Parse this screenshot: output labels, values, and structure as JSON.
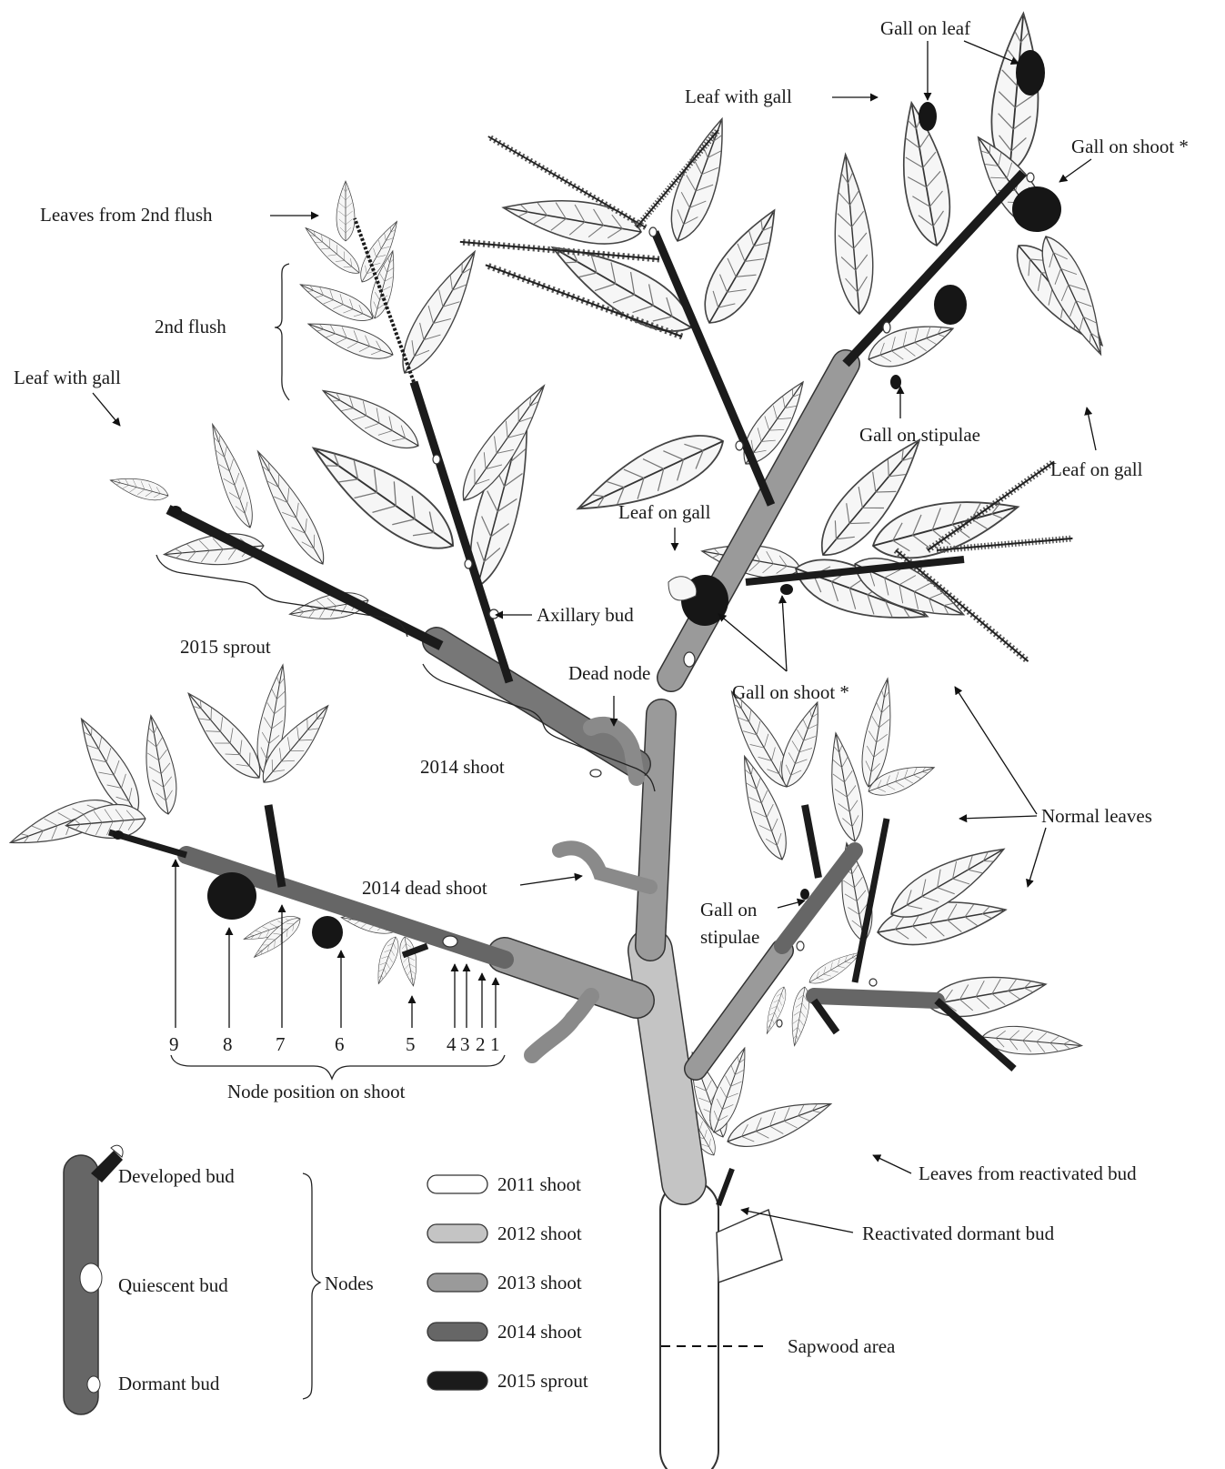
{
  "labels": {
    "gall_on_leaf": "Gall on leaf",
    "leaf_with_gall_top": "Leaf with gall",
    "gall_on_shoot_top": "Gall on shoot *",
    "leaves_2nd_flush": "Leaves from 2nd flush",
    "second_flush": "2nd flush",
    "leaf_with_gall_left": "Leaf with gall",
    "gall_on_stipulae_top": "Gall on stipulae",
    "leaf_on_gall_right": "Leaf on gall",
    "leaf_on_gall_mid": "Leaf on gall",
    "axillary_bud": "Axillary bud",
    "sprout_2015": "2015 sprout",
    "dead_node": "Dead node",
    "gall_on_shoot_mid": "Gall on shoot *",
    "shoot_2014": "2014 shoot",
    "normal_leaves": "Normal leaves",
    "dead_shoot_2014": "2014 dead shoot",
    "gall_on_stipulae_lower_1": "Gall on",
    "gall_on_stipulae_lower_2": "stipulae",
    "node_position": "Node position on shoot",
    "leaves_reactivated": "Leaves from reactivated bud",
    "reactivated_dormant": "Reactivated dormant bud",
    "sapwood": "Sapwood area"
  },
  "node_numbers": [
    "9",
    "8",
    "7",
    "6",
    "5",
    "4",
    "3",
    "2",
    "1"
  ],
  "legend_nodes": {
    "developed": "Developed bud",
    "quiescent": "Quiescent bud",
    "dormant": "Dormant bud",
    "group": "Nodes"
  },
  "legend_years": [
    {
      "label": "2011 shoot",
      "color": "#ffffff"
    },
    {
      "label": "2012 shoot",
      "color": "#c4c4c4"
    },
    {
      "label": "2013 shoot",
      "color": "#9a9a9a"
    },
    {
      "label": "2014 shoot",
      "color": "#666666"
    },
    {
      "label": "2015 sprout",
      "color": "#1b1b1b"
    }
  ],
  "colors": {
    "y2011": "#ffffff",
    "y2012": "#c4c4c4",
    "y2013": "#9a9a9a",
    "y2014": "#666666",
    "y2015": "#1b1b1b",
    "gall": "#161616",
    "dead": "#8a8a8a"
  }
}
